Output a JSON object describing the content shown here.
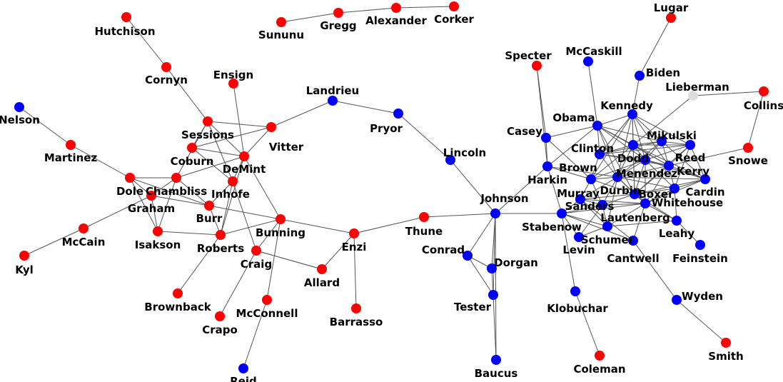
{
  "colors": {
    "red": "#ff0000",
    "blue": "#0000ff",
    "gray": "#dddddd"
  },
  "nodes": [
    {
      "id": "Hutchison",
      "color": "red"
    },
    {
      "id": "Cornyn",
      "color": "red"
    },
    {
      "id": "Sununu",
      "color": "red"
    },
    {
      "id": "Gregg",
      "color": "red"
    },
    {
      "id": "Alexander",
      "color": "red"
    },
    {
      "id": "Corker",
      "color": "red"
    },
    {
      "id": "Lugar",
      "color": "red"
    },
    {
      "id": "Specter",
      "color": "red"
    },
    {
      "id": "McCaskill",
      "color": "blue"
    },
    {
      "id": "Biden",
      "color": "blue"
    },
    {
      "id": "Lieberman",
      "color": "gray"
    },
    {
      "id": "Collins",
      "color": "red"
    },
    {
      "id": "Kennedy",
      "color": "blue"
    },
    {
      "id": "Obama",
      "color": "blue"
    },
    {
      "id": "Casey",
      "color": "blue"
    },
    {
      "id": "Mikulski",
      "color": "blue"
    },
    {
      "id": "Snowe",
      "color": "red"
    },
    {
      "id": "Clinton",
      "color": "blue"
    },
    {
      "id": "Dodd",
      "color": "blue"
    },
    {
      "id": "Reed",
      "color": "blue"
    },
    {
      "id": "Kerry",
      "color": "blue"
    },
    {
      "id": "Menendez",
      "color": "blue"
    },
    {
      "id": "Brown",
      "color": "blue"
    },
    {
      "id": "Harkin",
      "color": "blue"
    },
    {
      "id": "Durbin",
      "color": "blue"
    },
    {
      "id": "Cardin",
      "color": "blue"
    },
    {
      "id": "Boxer",
      "color": "blue"
    },
    {
      "id": "Murray",
      "color": "blue"
    },
    {
      "id": "Sanders",
      "color": "blue"
    },
    {
      "id": "Whitehouse",
      "color": "blue"
    },
    {
      "id": "Lautenberg",
      "color": "blue"
    },
    {
      "id": "Stabenow",
      "color": "blue"
    },
    {
      "id": "Leahy",
      "color": "blue"
    },
    {
      "id": "Schumer",
      "color": "blue"
    },
    {
      "id": "Levin",
      "color": "blue"
    },
    {
      "id": "Feinstein",
      "color": "blue"
    },
    {
      "id": "Cantwell",
      "color": "blue"
    },
    {
      "id": "Wyden",
      "color": "blue"
    },
    {
      "id": "Klobuchar",
      "color": "blue"
    },
    {
      "id": "Smith",
      "color": "red"
    },
    {
      "id": "Coleman",
      "color": "red"
    },
    {
      "id": "Landrieu",
      "color": "blue"
    },
    {
      "id": "Pryor",
      "color": "blue"
    },
    {
      "id": "Lincoln",
      "color": "blue"
    },
    {
      "id": "Johnson",
      "color": "blue"
    },
    {
      "id": "Conrad",
      "color": "blue"
    },
    {
      "id": "Dorgan",
      "color": "blue"
    },
    {
      "id": "Tester",
      "color": "blue"
    },
    {
      "id": "Baucus",
      "color": "blue"
    },
    {
      "id": "Thune",
      "color": "red"
    },
    {
      "id": "Enzi",
      "color": "red"
    },
    {
      "id": "Allard",
      "color": "red"
    },
    {
      "id": "Barrasso",
      "color": "red"
    },
    {
      "id": "Ensign",
      "color": "red"
    },
    {
      "id": "Sessions",
      "color": "red"
    },
    {
      "id": "Vitter",
      "color": "red"
    },
    {
      "id": "Coburn",
      "color": "red"
    },
    {
      "id": "DeMint",
      "color": "red"
    },
    {
      "id": "Inhofe",
      "color": "red"
    },
    {
      "id": "Chambliss",
      "color": "red"
    },
    {
      "id": "Dole",
      "color": "red"
    },
    {
      "id": "Graham",
      "color": "red"
    },
    {
      "id": "Burr",
      "color": "red"
    },
    {
      "id": "Bunning",
      "color": "red"
    },
    {
      "id": "Isakson",
      "color": "red"
    },
    {
      "id": "Roberts",
      "color": "red"
    },
    {
      "id": "Craig",
      "color": "red"
    },
    {
      "id": "McConnell",
      "color": "red"
    },
    {
      "id": "Brownback",
      "color": "red"
    },
    {
      "id": "Crapo",
      "color": "red"
    },
    {
      "id": "Reid",
      "color": "blue"
    },
    {
      "id": "Nelson",
      "color": "blue"
    },
    {
      "id": "Martinez",
      "color": "red"
    },
    {
      "id": "McCain",
      "color": "red"
    },
    {
      "id": "Kyl",
      "color": "red"
    }
  ],
  "edges": [
    [
      "Hutchison",
      "Cornyn"
    ],
    [
      "Cornyn",
      "Sessions"
    ],
    [
      "Sununu",
      "Gregg"
    ],
    [
      "Gregg",
      "Alexander"
    ],
    [
      "Alexander",
      "Corker"
    ],
    [
      "Lugar",
      "Biden"
    ],
    [
      "Biden",
      "Kennedy"
    ],
    [
      "Specter",
      "Casey"
    ],
    [
      "Specter",
      "Harkin"
    ],
    [
      "McCaskill",
      "Obama"
    ],
    [
      "Lieberman",
      "Collins"
    ],
    [
      "Collins",
      "Snowe"
    ],
    [
      "Lieberman",
      "Dodd"
    ],
    [
      "Snowe",
      "Kerry"
    ],
    [
      "Kennedy",
      "Obama"
    ],
    [
      "Kennedy",
      "Clinton"
    ],
    [
      "Kennedy",
      "Dodd"
    ],
    [
      "Kennedy",
      "Mikulski"
    ],
    [
      "Kennedy",
      "Kerry"
    ],
    [
      "Kennedy",
      "Menendez"
    ],
    [
      "Kennedy",
      "Durbin"
    ],
    [
      "Kennedy",
      "Reed"
    ],
    [
      "Kennedy",
      "Brown"
    ],
    [
      "Kennedy",
      "Boxer"
    ],
    [
      "Obama",
      "Clinton"
    ],
    [
      "Obama",
      "Dodd"
    ],
    [
      "Obama",
      "Mikulski"
    ],
    [
      "Obama",
      "Durbin"
    ],
    [
      "Obama",
      "Menendez"
    ],
    [
      "Obama",
      "Kerry"
    ],
    [
      "Obama",
      "Boxer"
    ],
    [
      "Clinton",
      "Dodd"
    ],
    [
      "Clinton",
      "Mikulski"
    ],
    [
      "Clinton",
      "Menendez"
    ],
    [
      "Clinton",
      "Brown"
    ],
    [
      "Clinton",
      "Durbin"
    ],
    [
      "Clinton",
      "Reed"
    ],
    [
      "Clinton",
      "Kerry"
    ],
    [
      "Dodd",
      "Mikulski"
    ],
    [
      "Dodd",
      "Reed"
    ],
    [
      "Dodd",
      "Kerry"
    ],
    [
      "Dodd",
      "Menendez"
    ],
    [
      "Dodd",
      "Durbin"
    ],
    [
      "Dodd",
      "Brown"
    ],
    [
      "Dodd",
      "Boxer"
    ],
    [
      "Dodd",
      "Cardin"
    ],
    [
      "Mikulski",
      "Reed"
    ],
    [
      "Mikulski",
      "Kerry"
    ],
    [
      "Mikulski",
      "Menendez"
    ],
    [
      "Mikulski",
      "Cardin"
    ],
    [
      "Mikulski",
      "Durbin"
    ],
    [
      "Reed",
      "Kerry"
    ],
    [
      "Reed",
      "Menendez"
    ],
    [
      "Reed",
      "Cardin"
    ],
    [
      "Reed",
      "Whitehouse"
    ],
    [
      "Reed",
      "Boxer"
    ],
    [
      "Kerry",
      "Menendez"
    ],
    [
      "Kerry",
      "Durbin"
    ],
    [
      "Kerry",
      "Cardin"
    ],
    [
      "Kerry",
      "Boxer"
    ],
    [
      "Kerry",
      "Whitehouse"
    ],
    [
      "Kerry",
      "Lautenberg"
    ],
    [
      "Menendez",
      "Durbin"
    ],
    [
      "Menendez",
      "Boxer"
    ],
    [
      "Menendez",
      "Brown"
    ],
    [
      "Menendez",
      "Cardin"
    ],
    [
      "Menendez",
      "Lautenberg"
    ],
    [
      "Menendez",
      "Whitehouse"
    ],
    [
      "Brown",
      "Durbin"
    ],
    [
      "Brown",
      "Harkin"
    ],
    [
      "Brown",
      "Murray"
    ],
    [
      "Brown",
      "Sanders"
    ],
    [
      "Brown",
      "Boxer"
    ],
    [
      "Harkin",
      "Durbin"
    ],
    [
      "Harkin",
      "Casey"
    ],
    [
      "Harkin",
      "Stabenow"
    ],
    [
      "Harkin",
      "Obama"
    ],
    [
      "Durbin",
      "Boxer"
    ],
    [
      "Durbin",
      "Murray"
    ],
    [
      "Durbin",
      "Sanders"
    ],
    [
      "Durbin",
      "Lautenberg"
    ],
    [
      "Durbin",
      "Cardin"
    ],
    [
      "Durbin",
      "Whitehouse"
    ],
    [
      "Durbin",
      "Schumer"
    ],
    [
      "Boxer",
      "Cardin"
    ],
    [
      "Boxer",
      "Whitehouse"
    ],
    [
      "Boxer",
      "Lautenberg"
    ],
    [
      "Boxer",
      "Leahy"
    ],
    [
      "Boxer",
      "Sanders"
    ],
    [
      "Boxer",
      "Murray"
    ],
    [
      "Cardin",
      "Whitehouse"
    ],
    [
      "Cardin",
      "Lautenberg"
    ],
    [
      "Murray",
      "Sanders"
    ],
    [
      "Murray",
      "Stabenow"
    ],
    [
      "Murray",
      "Schumer"
    ],
    [
      "Murray",
      "Lautenberg"
    ],
    [
      "Sanders",
      "Stabenow"
    ],
    [
      "Sanders",
      "Lautenberg"
    ],
    [
      "Sanders",
      "Schumer"
    ],
    [
      "Sanders",
      "Levin"
    ],
    [
      "Whitehouse",
      "Lautenberg"
    ],
    [
      "Whitehouse",
      "Leahy"
    ],
    [
      "Lautenberg",
      "Schumer"
    ],
    [
      "Lautenberg",
      "Leahy"
    ],
    [
      "Lautenberg",
      "Cantwell"
    ],
    [
      "Lautenberg",
      "Stabenow"
    ],
    [
      "Stabenow",
      "Levin"
    ],
    [
      "Stabenow",
      "Schumer"
    ],
    [
      "Stabenow",
      "Cantwell"
    ],
    [
      "Stabenow",
      "Johnson"
    ],
    [
      "Stabenow",
      "Klobuchar"
    ],
    [
      "Schumer",
      "Levin"
    ],
    [
      "Schumer",
      "Leahy"
    ],
    [
      "Leahy",
      "Feinstein"
    ],
    [
      "Cantwell",
      "Wyden"
    ],
    [
      "Wyden",
      "Smith"
    ],
    [
      "Klobuchar",
      "Coleman"
    ],
    [
      "Cantwell",
      "Murray"
    ],
    [
      "Casey",
      "Brown"
    ],
    [
      "Casey",
      "Obama"
    ],
    [
      "Landrieu",
      "Vitter"
    ],
    [
      "Landrieu",
      "Pryor"
    ],
    [
      "Pryor",
      "Lincoln"
    ],
    [
      "Lincoln",
      "Johnson"
    ],
    [
      "Johnson",
      "Harkin"
    ],
    [
      "Johnson",
      "Thune"
    ],
    [
      "Johnson",
      "Conrad"
    ],
    [
      "Johnson",
      "Dorgan"
    ],
    [
      "Johnson",
      "Tester"
    ],
    [
      "Johnson",
      "Baucus"
    ],
    [
      "Conrad",
      "Dorgan"
    ],
    [
      "Conrad",
      "Tester"
    ],
    [
      "Dorgan",
      "Tester"
    ],
    [
      "Tester",
      "Baucus"
    ],
    [
      "Thune",
      "Enzi"
    ],
    [
      "Enzi",
      "Allard"
    ],
    [
      "Enzi",
      "Barrasso"
    ],
    [
      "Enzi",
      "Bunning"
    ],
    [
      "Allard",
      "Craig"
    ],
    [
      "Ensign",
      "DeMint"
    ],
    [
      "Sessions",
      "Vitter"
    ],
    [
      "Sessions",
      "DeMint"
    ],
    [
      "Sessions",
      "Inhofe"
    ],
    [
      "Sessions",
      "Coburn"
    ],
    [
      "Sessions",
      "Chambliss"
    ],
    [
      "Vitter",
      "DeMint"
    ],
    [
      "Vitter",
      "Coburn"
    ],
    [
      "Coburn",
      "DeMint"
    ],
    [
      "Coburn",
      "Inhofe"
    ],
    [
      "DeMint",
      "Inhofe"
    ],
    [
      "DeMint",
      "Bunning"
    ],
    [
      "DeMint",
      "Roberts"
    ],
    [
      "DeMint",
      "Chambliss"
    ],
    [
      "Inhofe",
      "Craig"
    ],
    [
      "Inhofe",
      "Burr"
    ],
    [
      "Inhofe",
      "Roberts"
    ],
    [
      "Chambliss",
      "Dole"
    ],
    [
      "Chambliss",
      "Graham"
    ],
    [
      "Chambliss",
      "Isakson"
    ],
    [
      "Chambliss",
      "Burr"
    ],
    [
      "Dole",
      "Graham"
    ],
    [
      "Dole",
      "Burr"
    ],
    [
      "Dole",
      "Martinez"
    ],
    [
      "Dole",
      "Isakson"
    ],
    [
      "Graham",
      "Burr"
    ],
    [
      "Graham",
      "Isakson"
    ],
    [
      "Graham",
      "McCain"
    ],
    [
      "Burr",
      "Bunning"
    ],
    [
      "Burr",
      "Roberts"
    ],
    [
      "Isakson",
      "Roberts"
    ],
    [
      "Bunning",
      "Roberts"
    ],
    [
      "Bunning",
      "Craig"
    ],
    [
      "Bunning",
      "McConnell"
    ],
    [
      "Roberts",
      "Brownback"
    ],
    [
      "Craig",
      "Crapo"
    ],
    [
      "Craig",
      "Allard"
    ],
    [
      "McConnell",
      "Reid"
    ],
    [
      "Nelson",
      "Martinez"
    ],
    [
      "McCain",
      "Kyl"
    ]
  ]
}
